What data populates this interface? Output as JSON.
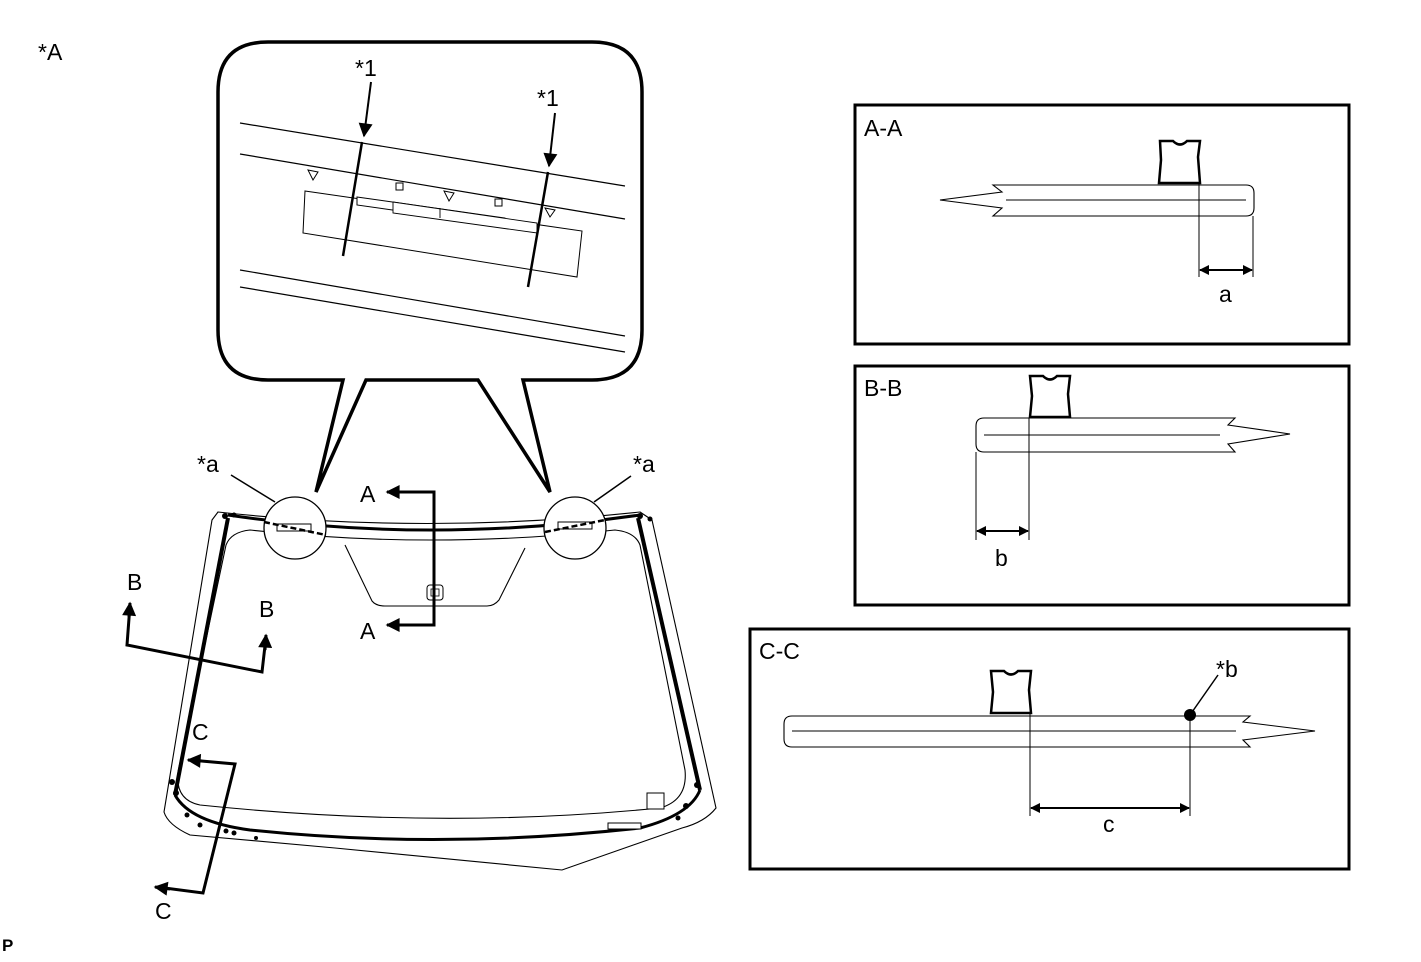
{
  "figure_label": "*A",
  "callouts": {
    "part_1_left": "*1",
    "part_1_right": "*1",
    "area_a_left": "*a",
    "area_a_right": "*a",
    "point_b": "*b"
  },
  "section_markers": {
    "a_top": "A",
    "a_bottom": "A",
    "b_left": "B",
    "b_right": "B",
    "c_top": "C",
    "c_bottom": "C"
  },
  "sections": {
    "aa": {
      "title": "A-A",
      "dim": "a"
    },
    "bb": {
      "title": "B-B",
      "dim": "b"
    },
    "cc": {
      "title": "C-C",
      "dim": "c"
    }
  },
  "corner_mark": "P",
  "colors": {
    "line": "#000000",
    "background": "#ffffff"
  }
}
